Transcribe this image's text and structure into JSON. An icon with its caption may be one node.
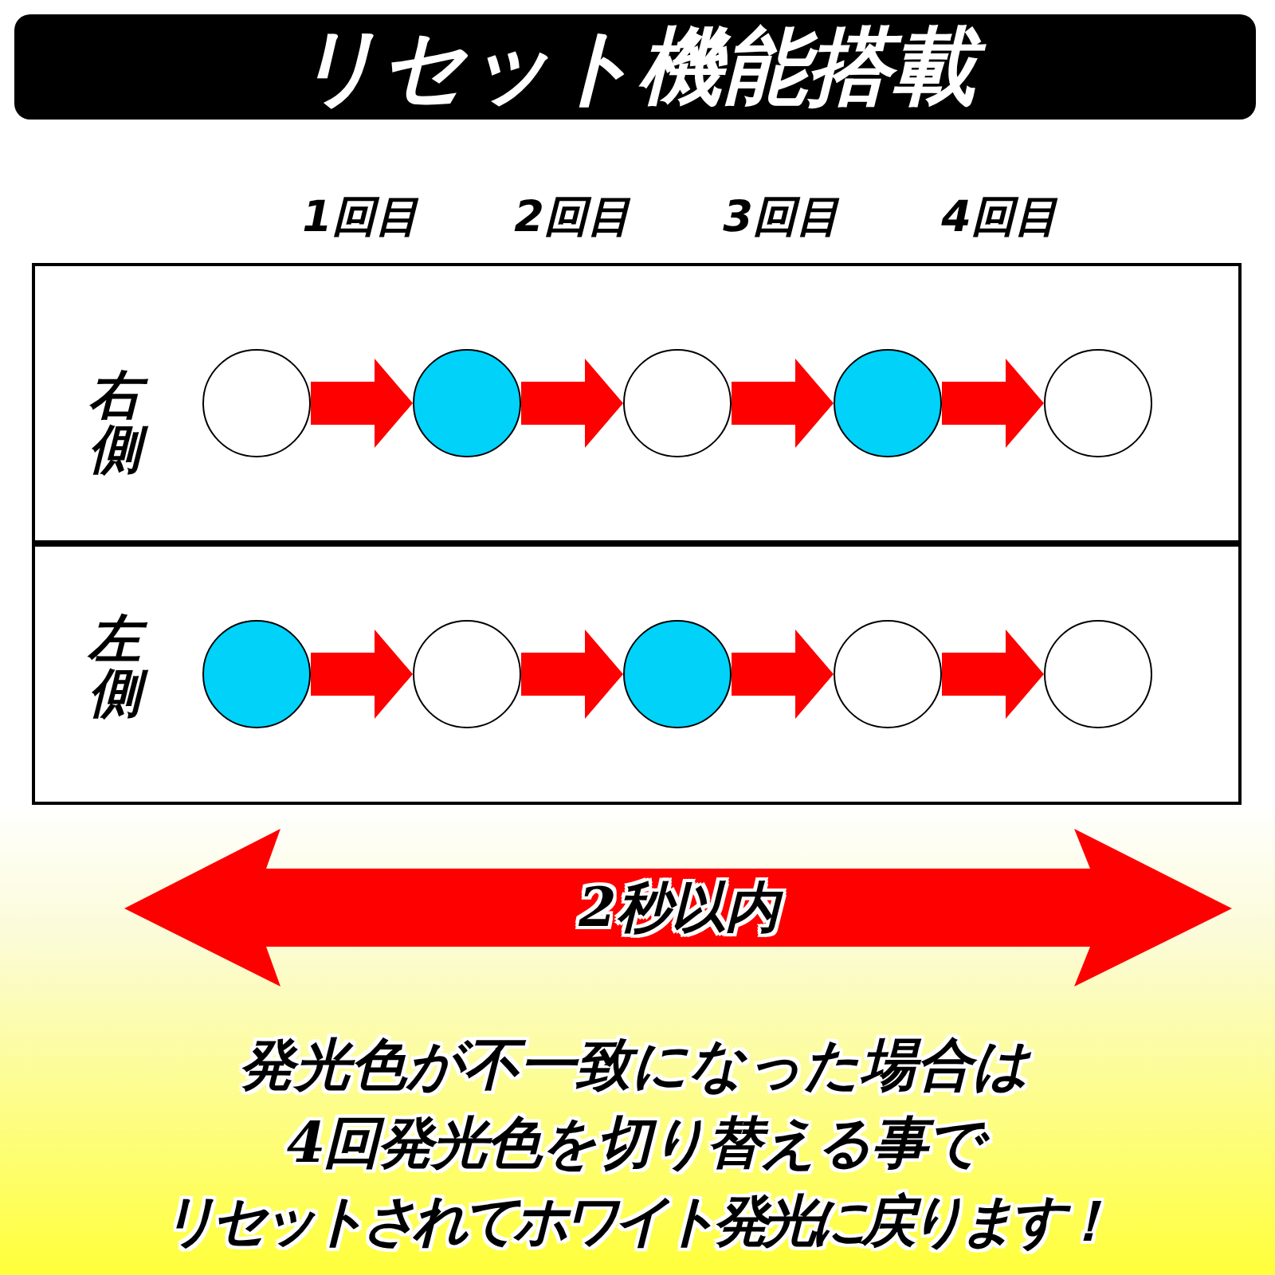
{
  "diagram": {
    "title": "リセット機能搭載",
    "nodes": [
      {
        "text": [
          "右側"
        ]
      },
      {
        "text": [],
        "shape": "circle",
        "in": 0
      },
      {
        "text": [],
        "shape": "circle",
        "in": 0
      },
      {
        "text": [],
        "shape": "circle",
        "in": 0
      },
      {
        "text": [],
        "shape": "circle",
        "in": 0
      },
      {
        "text": [],
        "shape": "circle",
        "in": 0
      },
      {
        "text": [
          "左側"
        ]
      },
      {
        "text": [],
        "shape": "circle",
        "in": 6
      },
      {
        "text": [],
        "shape": "circle",
        "in": 6
      },
      {
        "text": [],
        "shape": "circle",
        "in": 6
      },
      {
        "text": [],
        "shape": "circle",
        "in": 6
      },
      {
        "text": [],
        "shape": "circle",
        "in": 6
      }
    ],
    "edges": [
      {
        "from": 1,
        "to": 2,
        "arrow": "to"
      },
      {
        "from": 2,
        "to": 3,
        "arrow": "to"
      },
      {
        "from": 3,
        "to": 4,
        "arrow": "to"
      },
      {
        "from": 4,
        "to": 5,
        "arrow": "to"
      },
      {
        "from": 7,
        "to": 8,
        "arrow": "to"
      },
      {
        "from": 8,
        "to": 9,
        "arrow": "to"
      },
      {
        "from": 9,
        "to": 10,
        "arrow": "to"
      },
      {
        "from": 10,
        "to": 11,
        "arrow": "to"
      }
    ],
    "labels": [
      "1回目",
      "2回目",
      "3回目",
      "4回目",
      "2秒以内",
      "発光色が不一致になった場合は4回発光色を切り替える事でリセットされてホワイト発光に戻ります！"
    ]
  }
}
